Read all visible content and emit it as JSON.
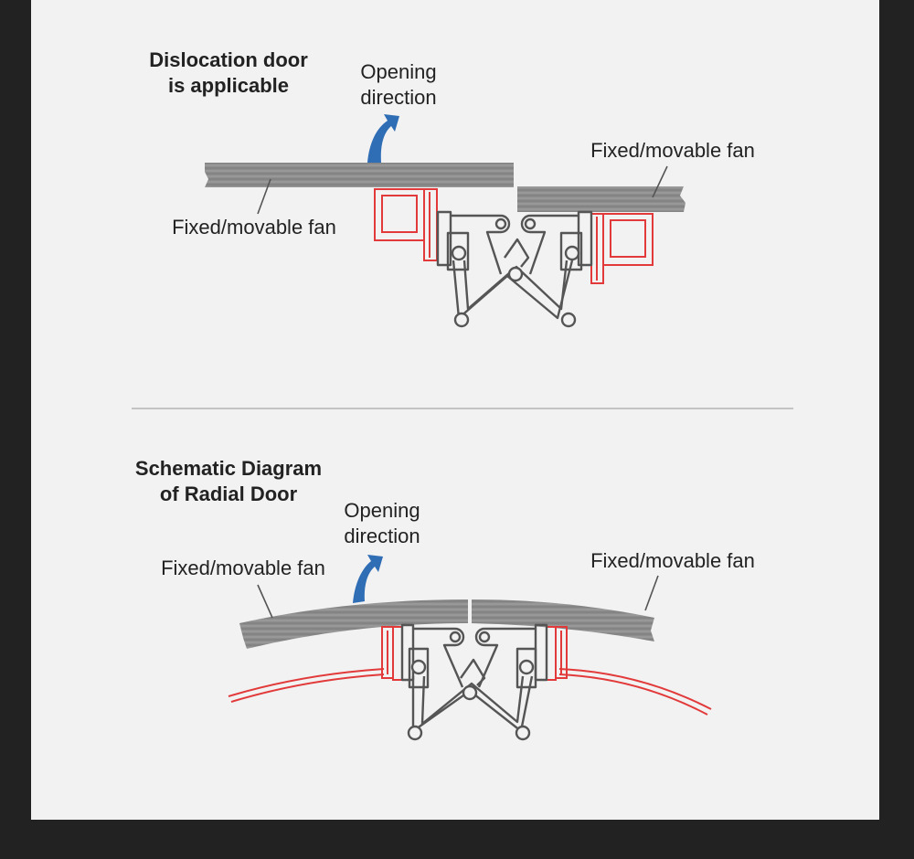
{
  "top": {
    "title_line1": "Dislocation door",
    "title_line2": "is applicable",
    "opening_line1": "Opening",
    "opening_line2": "direction",
    "fan_left": "Fixed/movable fan",
    "fan_right": "Fixed/movable fan"
  },
  "bottom": {
    "title_line1": "Schematic Diagram",
    "title_line2": "of Radial Door",
    "opening_line1": "Opening",
    "opening_line2": "direction",
    "fan_left": "Fixed/movable fan",
    "fan_right": "Fixed/movable fan"
  },
  "colors": {
    "background": "#f2f2f2",
    "frame": "#222222",
    "arrow": "#2f6db5",
    "profile": "#e23a3a",
    "panel": "#8f8f8f"
  }
}
